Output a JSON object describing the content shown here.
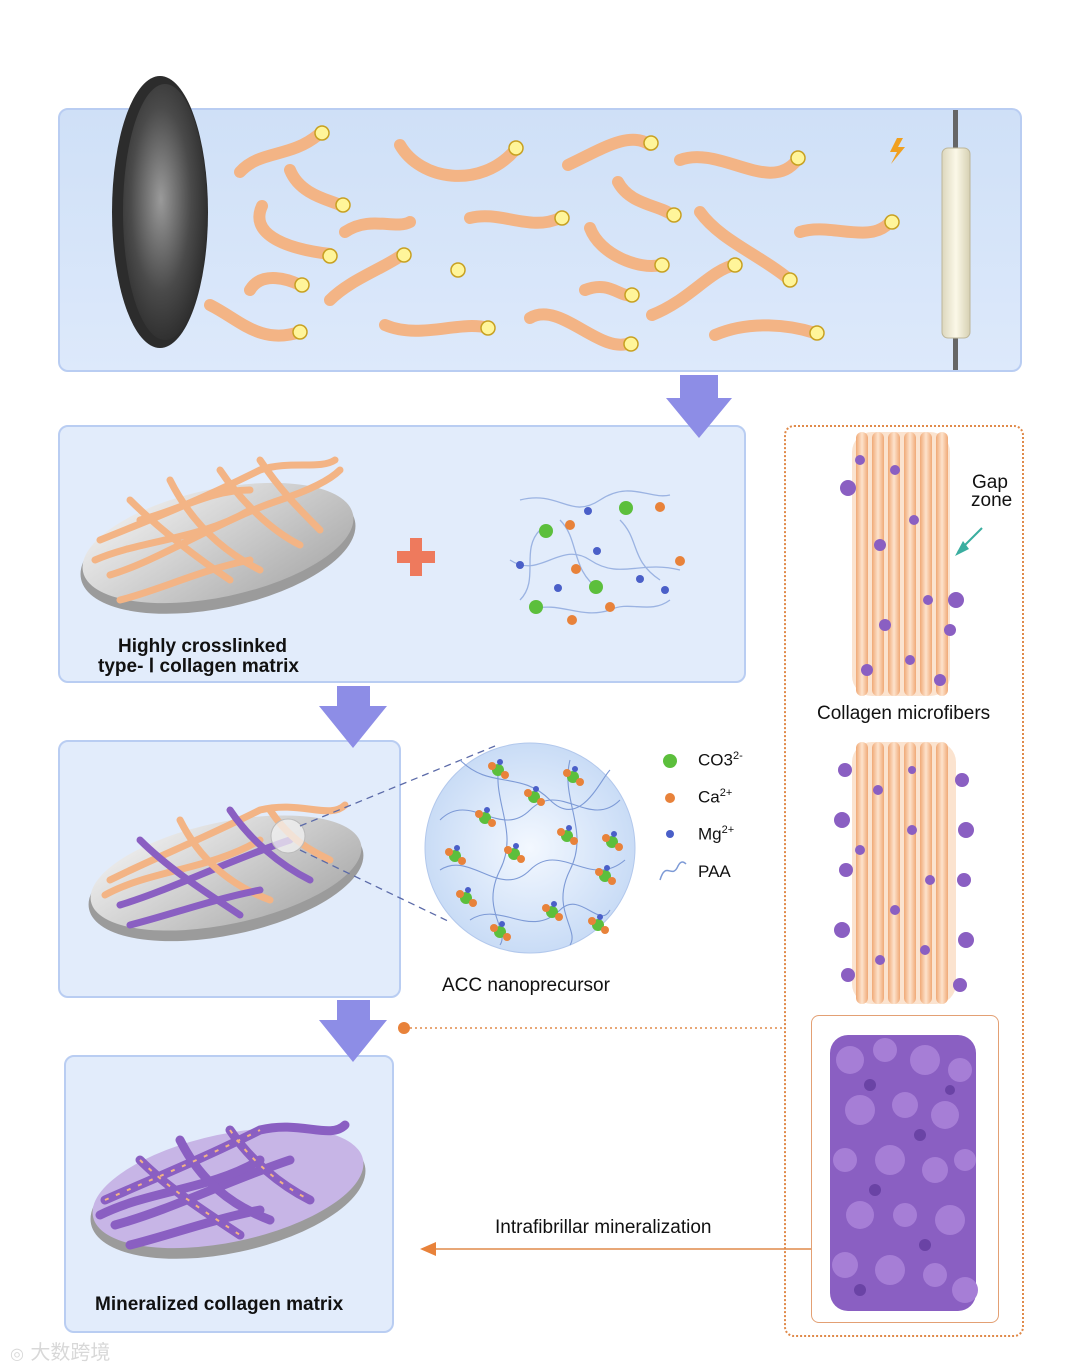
{
  "labels": {
    "collagen_matrix_line1": "Highly crosslinked",
    "collagen_matrix_line2": "type- Ⅰ  collagen matrix",
    "gap_line1": "Gap",
    "gap_line2": "zone",
    "collagen_microfibers": "Collagen microfibers",
    "acc_nanoprecursor": "ACC nanoprecursor",
    "intrafibrillar": "Intrafibrillar mineralization",
    "mineralized_matrix": "Mineralized collagen matrix",
    "watermark": "大数跨境"
  },
  "legend": [
    {
      "label": "CO3",
      "sup": "2-",
      "icon": "green-sphere-icon",
      "color": "#5cbf3c"
    },
    {
      "label": "Ca",
      "sup": "2+",
      "icon": "orange-sphere-icon",
      "color": "#e8823a"
    },
    {
      "label": "Mg",
      "sup": "2+",
      "icon": "blue-sphere-icon",
      "color": "#4a5fc8"
    },
    {
      "label": "PAA",
      "sup": "",
      "icon": "polymer-chain-icon",
      "color": "#7d9ad6"
    }
  ],
  "colors": {
    "panel_fill": "#e2ecfb",
    "panel_border": "#b9cdf2",
    "arrow": "#8d8de6",
    "collagen": "#f5b88a",
    "mineral": "#8a5fc2",
    "guide_line": "#e08a4a"
  }
}
